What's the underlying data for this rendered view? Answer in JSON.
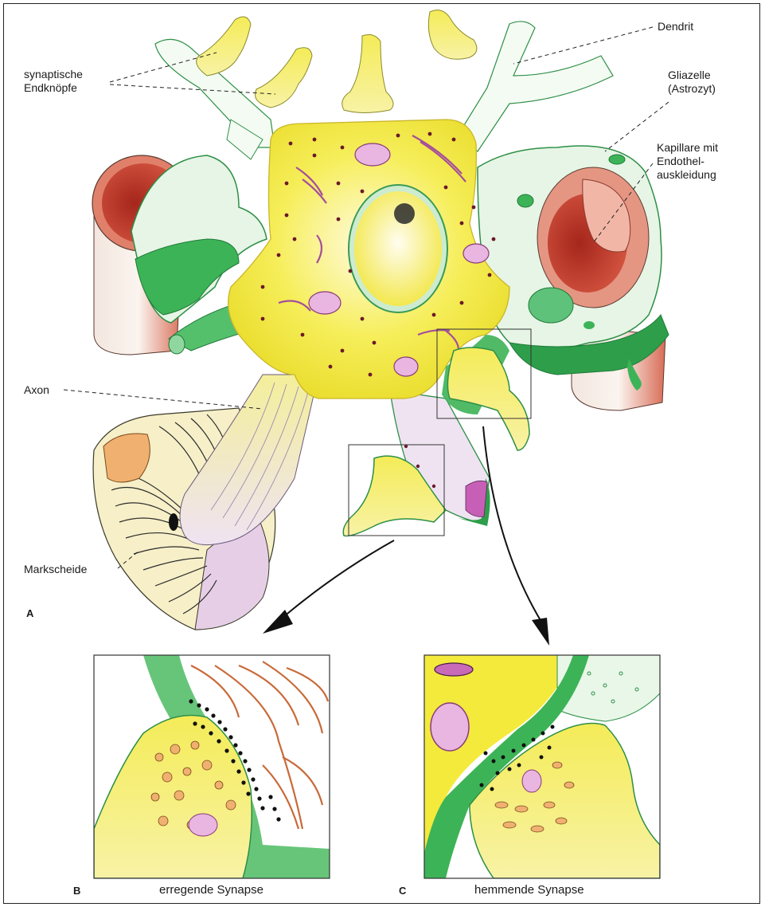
{
  "labels": {
    "synaptische_line1": "synaptische",
    "synaptische_line2": "Endknöpfe",
    "dendrit": "Dendrit",
    "gliazelle_line1": "Gliazelle",
    "gliazelle_line2": "(Astrozyt)",
    "kapillare_line1": "Kapillare mit",
    "kapillare_line2": "Endothel-",
    "kapillare_line3": "auskleidung",
    "axon": "Axon",
    "markscheide": "Markscheide"
  },
  "panels": {
    "a_letter": "A",
    "b_letter": "B",
    "b_caption": "erregende Synapse",
    "c_letter": "C",
    "c_caption": "hemmende Synapse"
  },
  "colors": {
    "soma_yellow": "#f3ea3c",
    "glia_green": "#3fb45a",
    "glia_light": "#dff3df",
    "capillary_red": "#c03a2b",
    "myelin_cream": "#f6efc8",
    "axoplasm_lavender": "#eadcf0",
    "synapse_dots": "#1a1a1a"
  }
}
